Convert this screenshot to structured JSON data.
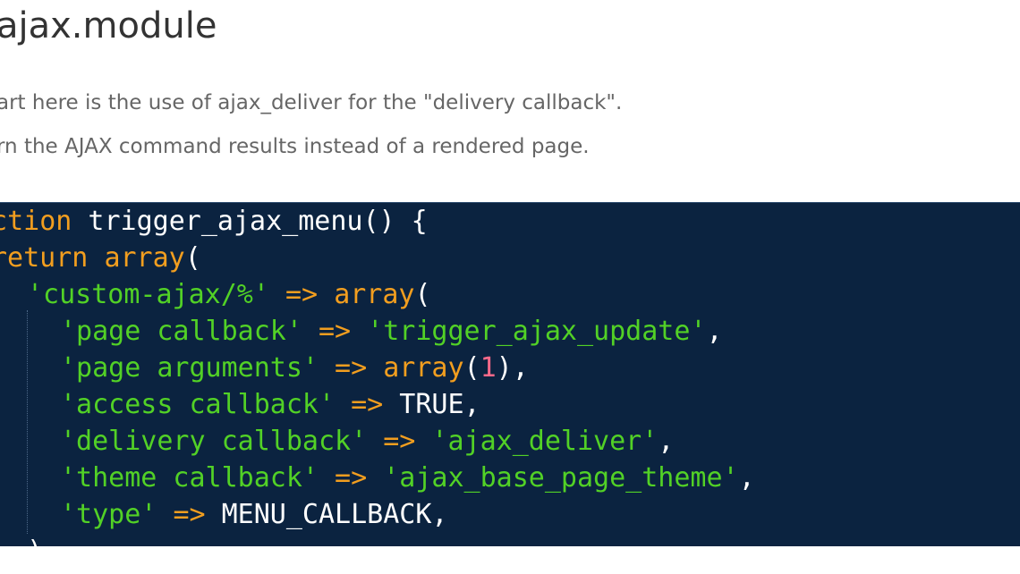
{
  "heading": "ajax.module",
  "paragraphs": [
    "art here is the use of ajax_deliver for the \"delivery callback\".",
    "rn the AJAX command results instead of a rendered page."
  ],
  "code": {
    "l1": {
      "a": "nction",
      "b": " trigger_ajax_menu() {"
    },
    "l2": {
      "a": "return",
      "b": " ",
      "c": "array",
      "d": "("
    },
    "l3": {
      "a": "'custom-ajax/%'",
      "b": " ",
      "c": "=>",
      "d": " ",
      "e": "array",
      "f": "("
    },
    "l4": {
      "a": "'page callback'",
      "b": " ",
      "c": "=>",
      "d": " ",
      "e": "'trigger_ajax_update'",
      "f": ","
    },
    "l5": {
      "a": "'page arguments'",
      "b": " ",
      "c": "=>",
      "d": " ",
      "e": "array",
      "f": "(",
      "g": "1",
      "h": "),"
    },
    "l6": {
      "a": "'access callback'",
      "b": " ",
      "c": "=>",
      "d": " ",
      "e": "TRUE,"
    },
    "l7": {
      "a": "'delivery callback'",
      "b": " ",
      "c": "=>",
      "d": " ",
      "e": "'ajax_deliver'",
      "f": ","
    },
    "l8": {
      "a": "'theme callback'",
      "b": " ",
      "c": "=>",
      "d": " ",
      "e": "'ajax_base_page_theme'",
      "f": ","
    },
    "l9": {
      "a": "'type'",
      "b": " ",
      "c": "=>",
      "d": " ",
      "e": "MENU_CALLBACK,"
    },
    "l10": {
      "a": "),"
    }
  },
  "colors": {
    "code_background": "#0b2340",
    "keyword": "#f29e1f",
    "string": "#52d126",
    "number": "#ff6a8a",
    "text": "#ffffff"
  }
}
